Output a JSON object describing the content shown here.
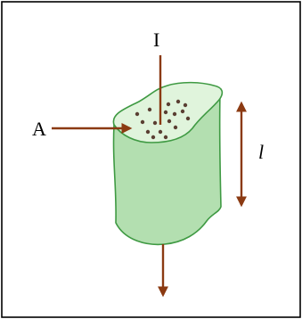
{
  "labels": {
    "current": "I",
    "area": "A",
    "length": "l"
  },
  "colors": {
    "body_fill": "#b3dfb0",
    "top_fill": "#e0f4dc",
    "outline": "#3f9a43",
    "arrow": "#8b3a12",
    "dot": "#5a3f32",
    "frame": "#000000"
  },
  "icons": {
    "current_in": "arrow-down",
    "current_out": "arrow-down",
    "area_pointer": "arrow-right",
    "length_marker": "double-headed-arrow"
  }
}
